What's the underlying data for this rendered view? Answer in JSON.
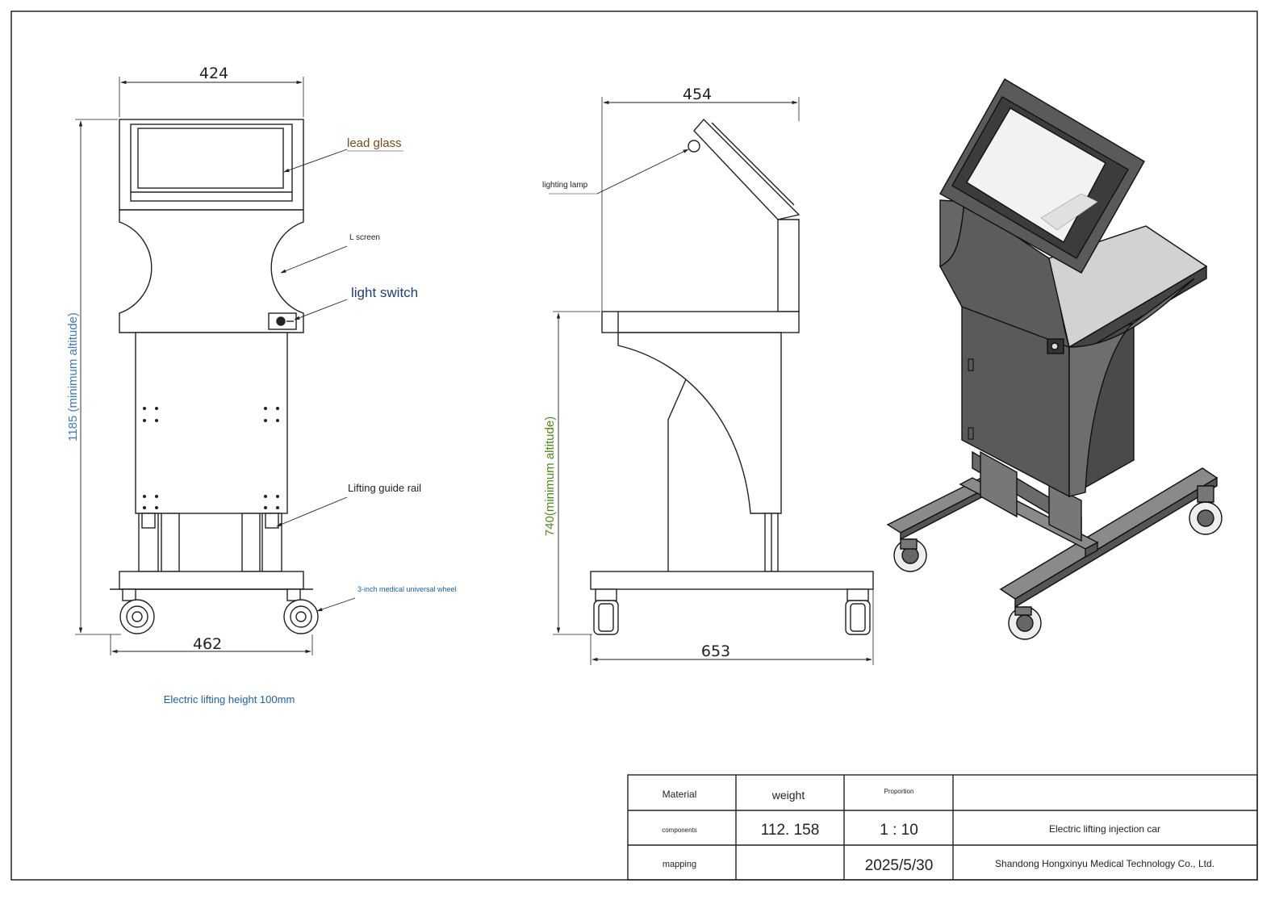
{
  "dimensions": {
    "front_width_top": "424",
    "front_width_base": "462",
    "front_height": "1185 (minimum altitude)",
    "side_width_top": "454",
    "side_width_base": "653",
    "side_height": "740(minimum altitude)"
  },
  "labels": {
    "lead_glass": "lead glass",
    "l_screen": "L screen",
    "light_switch": "light switch",
    "lifting_guide_rail": "Lifting guide rail",
    "wheel": "3-inch medical universal wheel",
    "lighting_lamp": "lighting lamp"
  },
  "note": "Electric lifting height 100mm",
  "title_block": {
    "material_label": "Material",
    "weight_label": "weight",
    "proportion_label": "Proportion",
    "components_label": "components",
    "weight_value": "112. 158",
    "scale_value": "1 : 10",
    "product_name": "Electric lifting injection car",
    "mapping_label": "mapping",
    "date_value": "2025/5/30",
    "company": "Shandong Hongxinyu Medical Technology Co., Ltd."
  },
  "colors": {
    "line": "#222222",
    "cart_body_iso": "#5c5c5c",
    "label_brown": "#7a4a12",
    "label_blue": "#1f3f78",
    "dim_blue": "#3e78b8",
    "dim_green": "#4c8a1a"
  }
}
